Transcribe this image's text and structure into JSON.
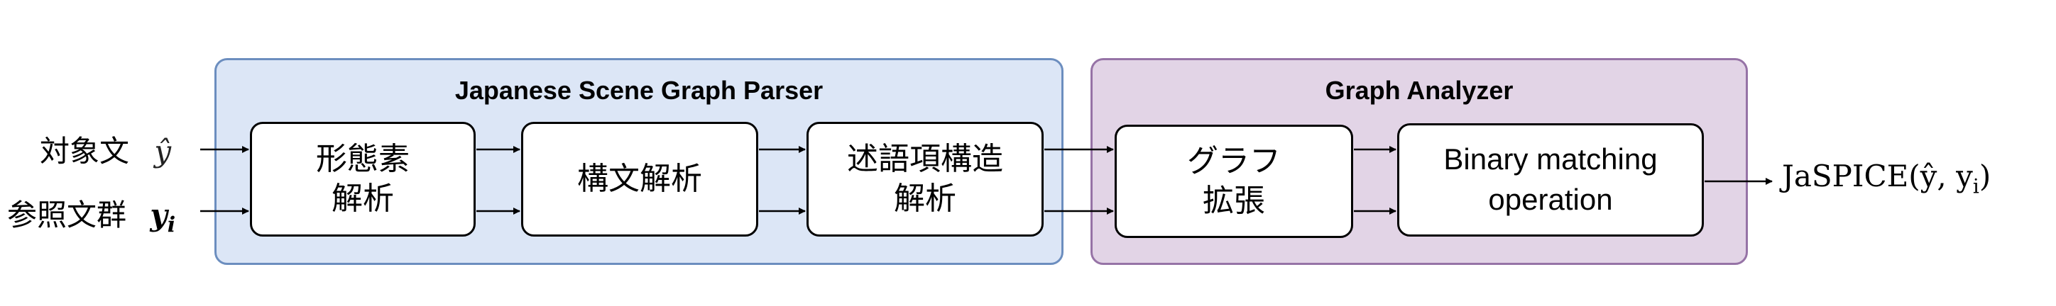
{
  "groups": {
    "parser": {
      "title": "Japanese Scene Graph Parser"
    },
    "analyzer": {
      "title": "Graph Analyzer"
    }
  },
  "inputs": {
    "candidate": {
      "label": "対象文",
      "symbol": "ŷ"
    },
    "references": {
      "label": "参照文群",
      "symbol": "y",
      "subscript": "i"
    }
  },
  "nodes": {
    "morph": {
      "line1": "形態素",
      "line2": "解析"
    },
    "dependency": {
      "line1": "構文解析"
    },
    "predicate": {
      "line1": "述語項構造",
      "line2": "解析"
    },
    "graph_ext": {
      "line1": "グラフ",
      "line2": "拡張"
    },
    "binary": {
      "line1": "Binary matching",
      "line2": "operation"
    }
  },
  "output": {
    "label": "JaSPICE(ŷ, y",
    "subscript": "i",
    "close": ")"
  },
  "colors": {
    "parser_fill": "#dce6f6",
    "parser_border": "#6c8ebf",
    "analyzer_fill": "#e2d4e6",
    "analyzer_border": "#9673a6"
  }
}
